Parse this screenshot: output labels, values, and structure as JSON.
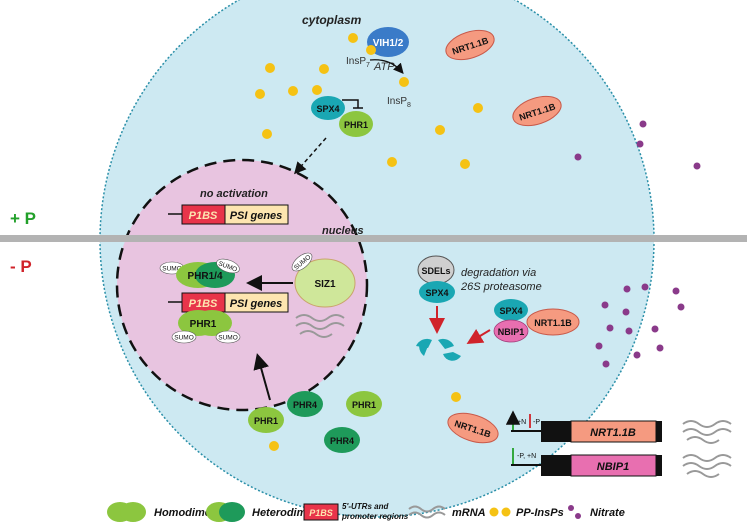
{
  "labels": {
    "cytoplasm": "cytoplasm",
    "nucleus": "nucleus",
    "no_activation": "no activation",
    "plus_p": "+ P",
    "minus_p": "- P",
    "vih": "VIH1/2",
    "insp7": "InsP",
    "insp7_sub": "7",
    "atp": "ATP",
    "insp8": "InsP",
    "insp8_sub": "8",
    "spx4": "SPX4",
    "phr1": "PHR1",
    "phr14": "PHR1/4",
    "phr4": "PHR4",
    "siz1": "SIZ1",
    "sumo": "SUMO",
    "p1bs": "P1BS",
    "psi_genes": "PSI genes",
    "sdels": "SDELs",
    "degradation_line1": "degradation via",
    "degradation_line2": "26S proteasome",
    "nbip1": "NBIP1",
    "nrt11b": "NRT1.1B",
    "gene_nrt11b": "NRT1.1B",
    "gene_nbip1": "NBIP1",
    "signal1_n": "+N",
    "signal1_p": "-P",
    "signal2": "-P, +N"
  },
  "legend": {
    "homodimer": "Homodimer",
    "heterodimer": "Heterodimer",
    "p1bs": "P1BS",
    "utr_line1": "5'-UTRs and",
    "utr_line2": "promoter regions",
    "mrna": "mRNA",
    "ppinsps": "PP-InsPs",
    "nitrate": "Nitrate"
  },
  "colors": {
    "cell": "#cde9f2",
    "nucleus": "#e8c4e0",
    "spx4": "#1aa7b3",
    "phr1": "#8cc63f",
    "phr4": "#1e9a5a",
    "nrt": "#f59a80",
    "nbip1": "#e86fb0",
    "p1bs": "#e8344a",
    "psi": "#fde5b0",
    "vih": "#3a7bc8",
    "ppinsp": "#f5c214",
    "nitrate": "#8a3a8a",
    "plus_p": "#22a02a",
    "minus_p": "#d0232a"
  }
}
